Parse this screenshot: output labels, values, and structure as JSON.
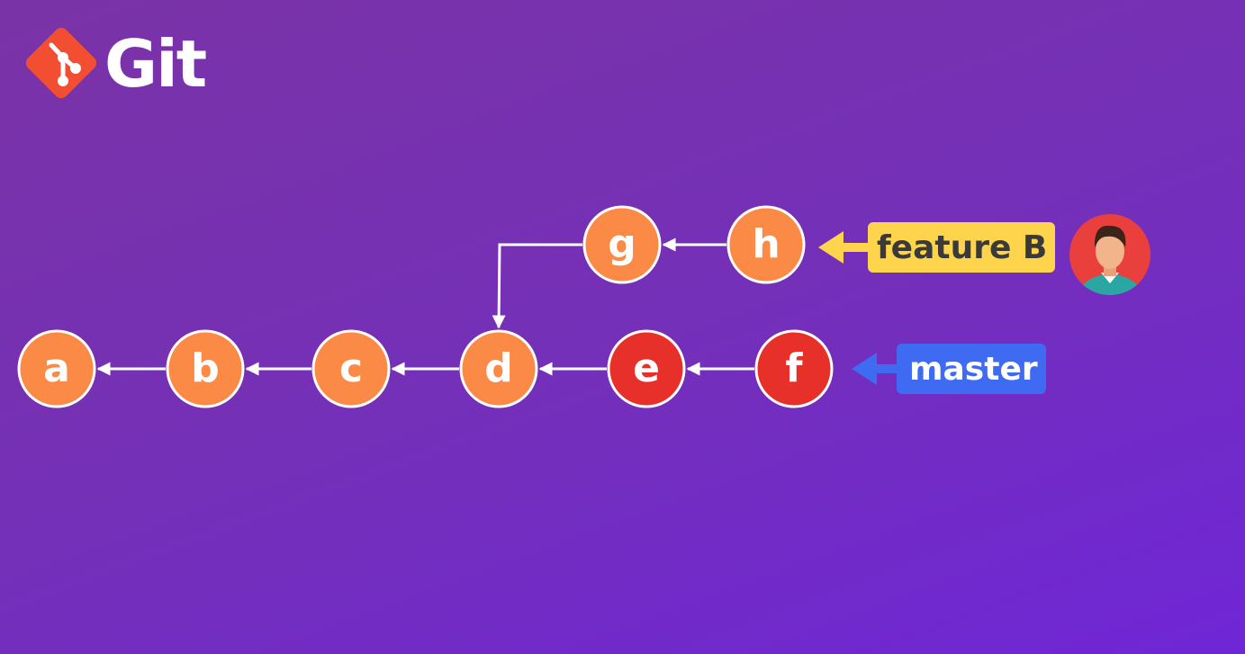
{
  "brand": {
    "name": "Git",
    "color": "#f14e32",
    "icon": "git-logo-icon"
  },
  "colors": {
    "node_default": "#fb8a46",
    "node_highlight": "#e8302b",
    "arrow": "#ffffff",
    "feature_tag_bg": "#fdd44c",
    "feature_tag_text": "#3a3a3a",
    "master_tag_bg": "#3f6af2",
    "master_tag_text": "#ffffff"
  },
  "commits": [
    {
      "id": "a",
      "label": "a",
      "color": "#fb8a46"
    },
    {
      "id": "b",
      "label": "b",
      "color": "#fb8a46"
    },
    {
      "id": "c",
      "label": "c",
      "color": "#fb8a46"
    },
    {
      "id": "d",
      "label": "d",
      "color": "#fb8a46"
    },
    {
      "id": "e",
      "label": "e",
      "color": "#e8302b"
    },
    {
      "id": "f",
      "label": "f",
      "color": "#e8302b"
    },
    {
      "id": "g",
      "label": "g",
      "color": "#fb8a46"
    },
    {
      "id": "h",
      "label": "h",
      "color": "#fb8a46"
    }
  ],
  "edges": [
    {
      "from": "b",
      "to": "a"
    },
    {
      "from": "c",
      "to": "b"
    },
    {
      "from": "d",
      "to": "c"
    },
    {
      "from": "e",
      "to": "d"
    },
    {
      "from": "f",
      "to": "e"
    },
    {
      "from": "h",
      "to": "g"
    },
    {
      "from": "g",
      "to": "d"
    }
  ],
  "branches": [
    {
      "name": "feature B",
      "points_to": "h",
      "color": "#fdd44c",
      "text_color": "#3a3a3a",
      "avatar": "developer-avatar-icon"
    },
    {
      "name": "master",
      "points_to": "f",
      "color": "#3f6af2",
      "text_color": "#ffffff"
    }
  ]
}
